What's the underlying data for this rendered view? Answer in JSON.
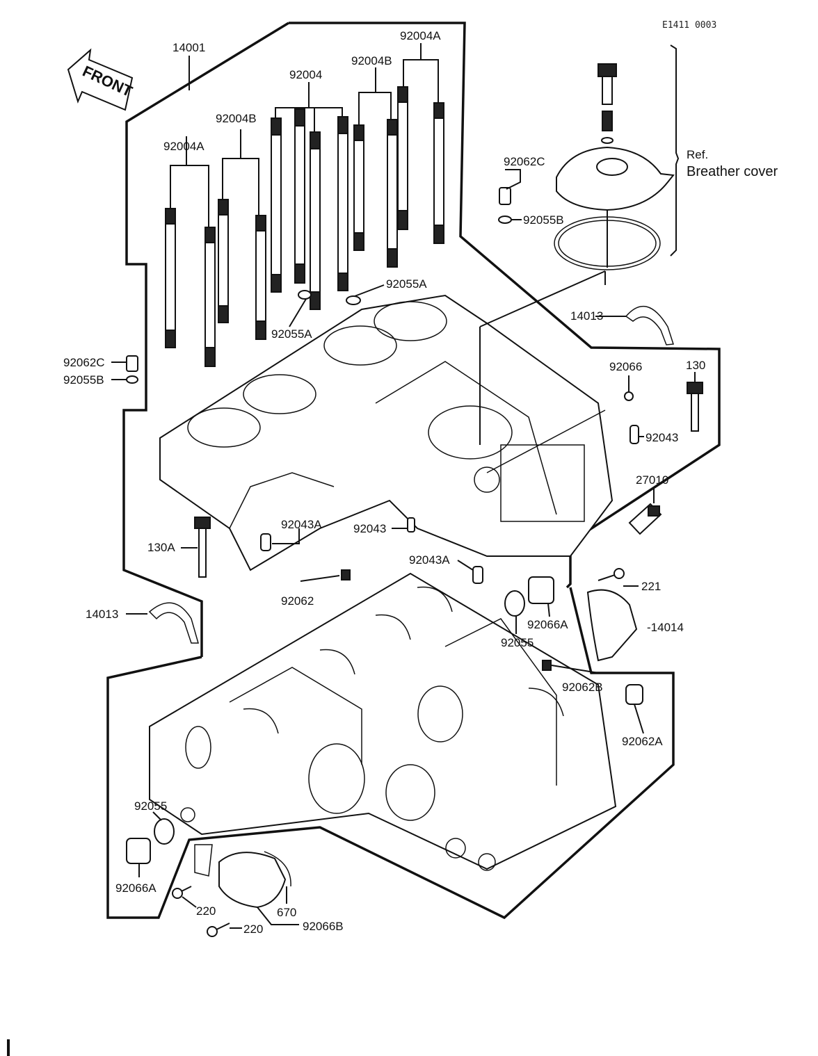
{
  "drawing_code": "E1411 0003",
  "front_label": "FRONT",
  "breather": {
    "ref": "Ref.",
    "name": "Breather cover"
  },
  "labels": {
    "l14001": "14001",
    "l92004A_top": "92004A",
    "l92004B_top": "92004B",
    "l92004": "92004",
    "l92004B_left": "92004B",
    "l92004A_left": "92004A",
    "l92062C_right": "92062C",
    "l92055B_right": "92055B",
    "l92055A_a": "92055A",
    "l92055A_b": "92055A",
    "l92062C_left": "92062C",
    "l92055B_left": "92055B",
    "l14013_top": "14013",
    "l92066": "92066",
    "l130": "130",
    "l92043_right": "92043",
    "l27010": "27010",
    "l92043_mid": "92043",
    "l130A": "130A",
    "l92043A_left": "92043A",
    "l92043A_right": "92043A",
    "l92062": "92062",
    "l14013_bottom": "14013",
    "l221": "221",
    "l92066A_right": "92066A",
    "l14014": "-14014",
    "l92055_right": "92055",
    "l92062B": "92062B",
    "l92062A": "92062A",
    "l92055_left": "92055",
    "l92066A_left": "92066A",
    "l220_a": "220",
    "l670": "670",
    "l220_b": "220",
    "l92066B": "92066B"
  }
}
